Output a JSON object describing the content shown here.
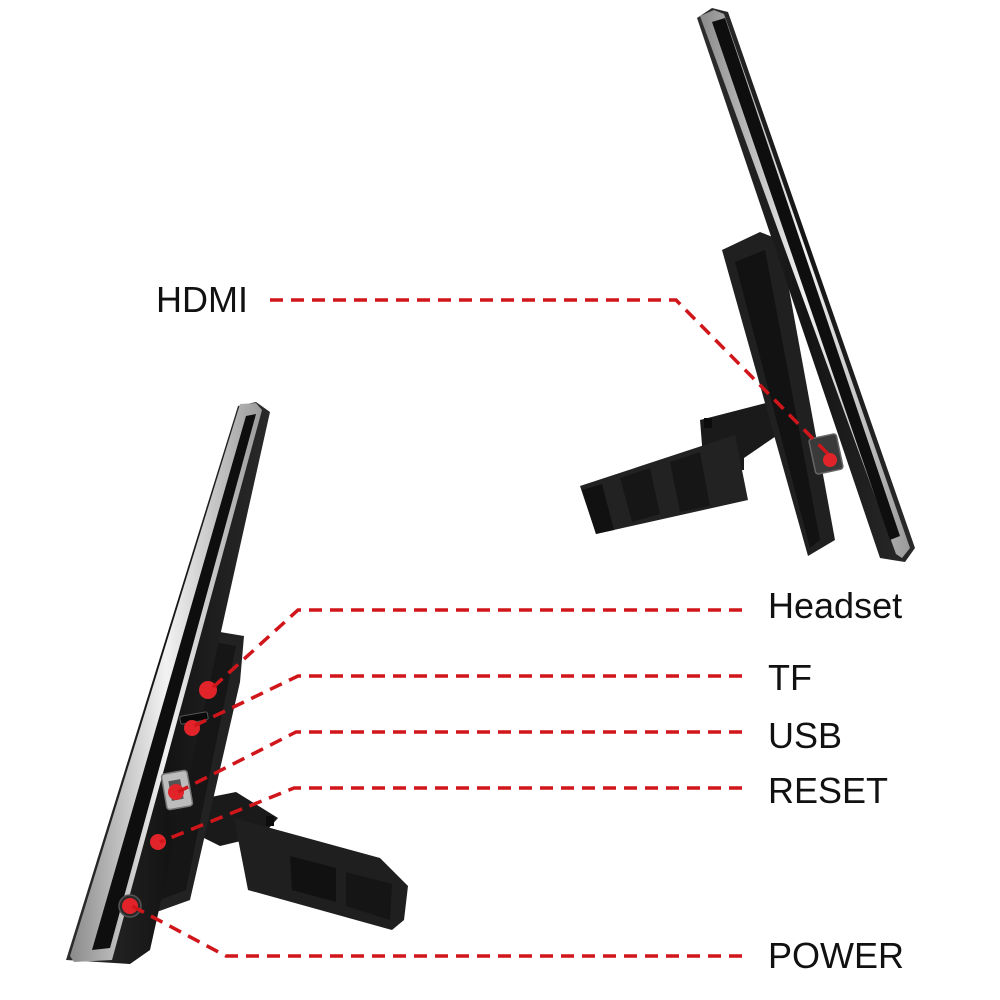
{
  "labels": {
    "hdmi": "HDMI",
    "headset": "Headset",
    "tf": "TF",
    "usb": "USB",
    "reset": "RESET",
    "power": "POWER"
  },
  "colors": {
    "leader": "#d0161b",
    "port_dot": "#e0242a",
    "device_body": "#1c1c1c",
    "device_edge": "#cfcfcf",
    "text": "#111111"
  }
}
